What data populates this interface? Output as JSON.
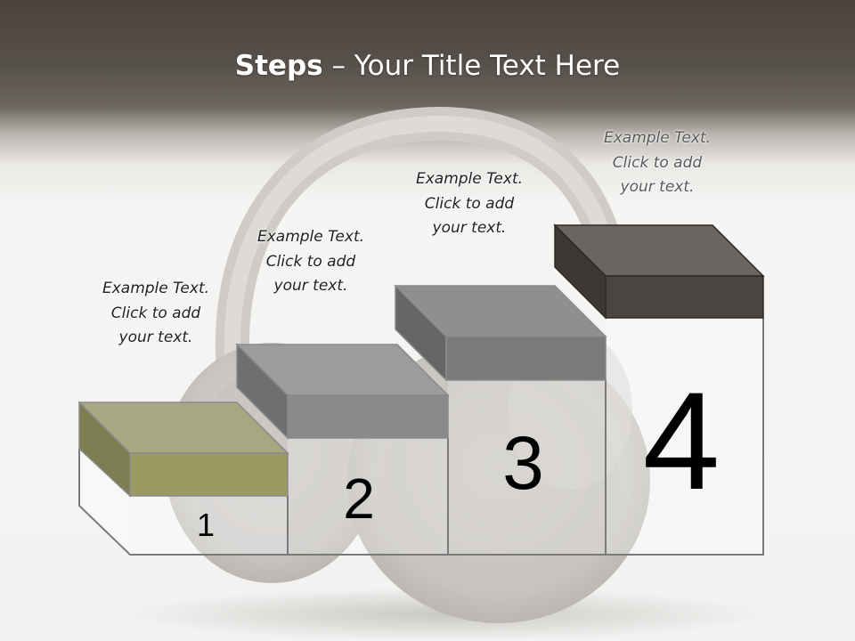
{
  "title": {
    "bold": "Steps",
    "rest": " – Your Title Text Here"
  },
  "steps": [
    {
      "number": "1",
      "caption": [
        "Example Text.",
        "Click  to add",
        "your text."
      ],
      "top_color": "#a7a882",
      "side_color": "#7d7d52",
      "front_color": "#9a9a63"
    },
    {
      "number": "2",
      "caption": [
        "Example Text.",
        "Click  to add",
        "your text."
      ],
      "top_color": "#9c9c9c",
      "side_color": "#6f6f6f",
      "front_color": "#8a8a8a"
    },
    {
      "number": "3",
      "caption": [
        "Example Text.",
        "Click  to add",
        "your text."
      ],
      "top_color": "#8f8f8f",
      "side_color": "#666666",
      "front_color": "#7b7b7b"
    },
    {
      "number": "4",
      "caption": [
        "Example Text.",
        "Click  to add",
        "your text."
      ],
      "top_color": "#6a6560",
      "side_color": "#3c3833",
      "front_color": "#4a4540"
    }
  ],
  "colors": {
    "header_dark": "#4b433c",
    "background": "#f4f3f1",
    "outline": "#7a7a7a"
  },
  "background_image": "headphones-photo"
}
